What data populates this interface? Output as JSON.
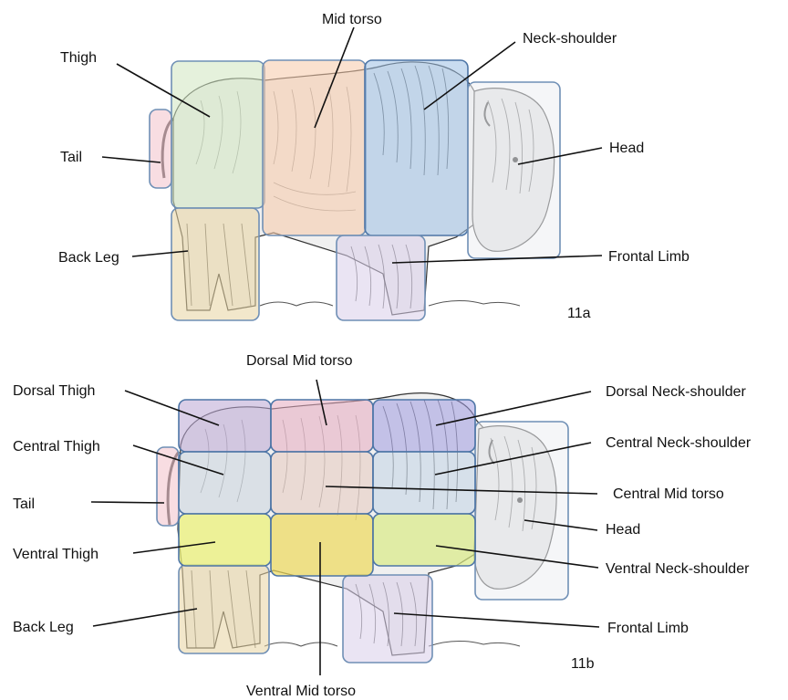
{
  "panels": [
    {
      "id": "11a",
      "caption": "11a",
      "labels": {
        "thigh": "Thigh",
        "mid_torso": "Mid torso",
        "neck_shoulder": "Neck-shoulder",
        "tail": "Tail",
        "head": "Head",
        "back_leg": "Back Leg",
        "frontal_limb": "Frontal Limb"
      },
      "region_colors": {
        "thigh": "#cfe6bf",
        "mid_torso": "#f6c9a8",
        "neck_shoulder": "#9dbfe3",
        "tail": "#f3c6cf",
        "head": "#eceef2",
        "back_leg": "#e8d3a0",
        "frontal_limb": "#d9cdea"
      }
    },
    {
      "id": "11b",
      "caption": "11b",
      "labels": {
        "dorsal_mid_torso": "Dorsal Mid torso",
        "dorsal_thigh": "Dorsal Thigh",
        "dorsal_neck_shoulder": "Dorsal Neck-shoulder",
        "central_thigh": "Central Thigh",
        "central_neck_shoulder": "Central Neck-shoulder",
        "central_mid_torso": "Central Mid torso",
        "tail": "Tail",
        "head": "Head",
        "ventral_thigh": "Ventral Thigh",
        "ventral_neck_shoulder": "Ventral Neck-shoulder",
        "back_leg": "Back Leg",
        "frontal_limb": "Frontal Limb",
        "ventral_mid_torso": "Ventral Mid torso"
      },
      "region_colors": {
        "dorsal_thigh": "#b9a6d3",
        "dorsal_mid_torso": "#e6a9bf",
        "dorsal_neck_shoulder": "#9f9be0",
        "central_thigh": "#c4d0dc",
        "central_mid_torso": "#e3c4b8",
        "central_neck_shoulder": "#bcd0e3",
        "ventral_thigh": "#ecf27a",
        "ventral_mid_torso": "#ecd85a",
        "ventral_neck_shoulder": "#d8ea84",
        "tail": "#f3c6cf",
        "head": "#eceef2",
        "back_leg": "#e8d3a0",
        "frontal_limb": "#d9cdea"
      }
    }
  ]
}
